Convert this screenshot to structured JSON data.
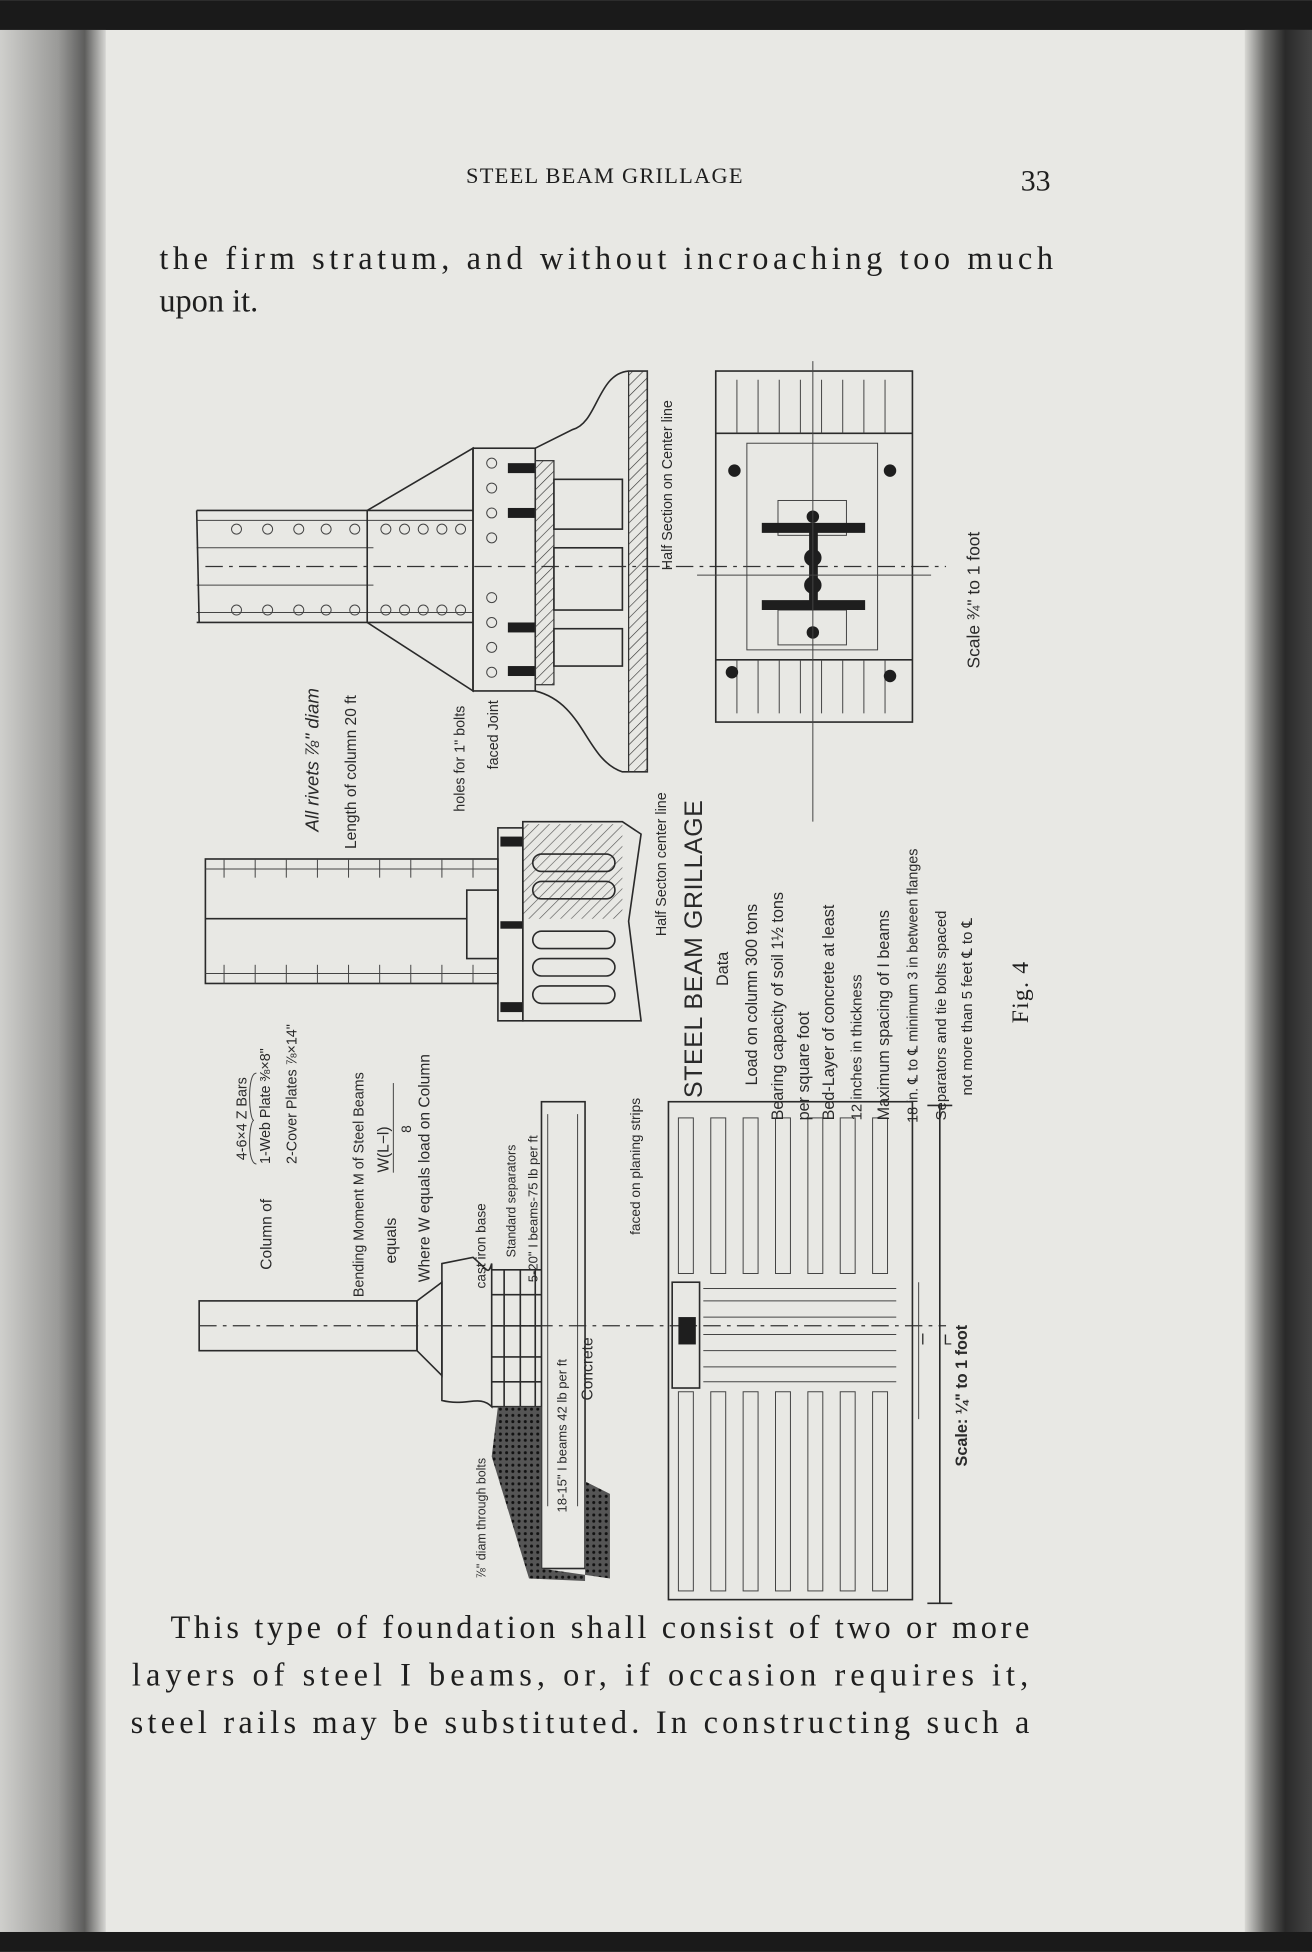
{
  "header": {
    "running_title": "STEEL BEAM GRILLAGE",
    "page_number": "33"
  },
  "body_top": [
    "the firm stratum, and without incroaching too much",
    "upon it."
  ],
  "figure": {
    "caption": "Fig. 4",
    "title": "STEEL BEAM GRILLAGE",
    "data_heading": "Data",
    "data_lines": [
      "Load on column 300 tons",
      "Bearing capacity of soil 1½ tons",
      "per square foot",
      "Bed-Layer of concrete at least",
      "12 inches in thickness",
      "Maximum spacing of I beams",
      "18 in. ℄ to ℄ minimum 3 in between flanges",
      "Separators and tie bolts spaced",
      "not more than 5 feet ℄ to ℄"
    ],
    "labels": {
      "column_of": "Column of",
      "bars": "4-6×4 Z Bars",
      "web_plate": "1-Web Plate ⅜×8\"",
      "cover_plates": "2-Cover Plates ⅞×14\"",
      "bending_moment": "Bending Moment M of Steel Beams",
      "equals": "equals",
      "formula_num": "W(L−l)",
      "formula_den": "8",
      "where": "Where W equals load on Column",
      "cast_iron_base": "cast iron base",
      "separators": "Standard separators",
      "upper_beams": "5-20\" I beams-75 lb per ft",
      "lower_beams": "18-15\" I beams 42 lb per ft",
      "concrete": "Concrete",
      "through_bolts": "⅞\" diam through bolts",
      "planing_strips": "faced on planing strips",
      "all_rivets": "All rivets ⅞\" diam",
      "column_length": "Length of column 20 ft",
      "bolt_holes": "holes for 1\" bolts",
      "faced_joint": "faced Joint",
      "half_section_center": "Half Secton center line",
      "half_section_on_center": "Half Section on Center line",
      "scale_plan": "Scale ¾\" to 1 foot",
      "scale_elevation": "Scale: ¼\" to 1 foot",
      "dim_L": "L",
      "dim_l": "l"
    }
  },
  "body_bottom": [
    "This type of foundation shall consist of two or more",
    "layers of steel  I  beams, or, if occasion requires it,",
    "steel rails may be substituted.  In constructing such a"
  ],
  "colors": {
    "paper": "#e8e8e4",
    "ink": "#1e1e1e",
    "scan_edge": "#1a1a1a"
  }
}
